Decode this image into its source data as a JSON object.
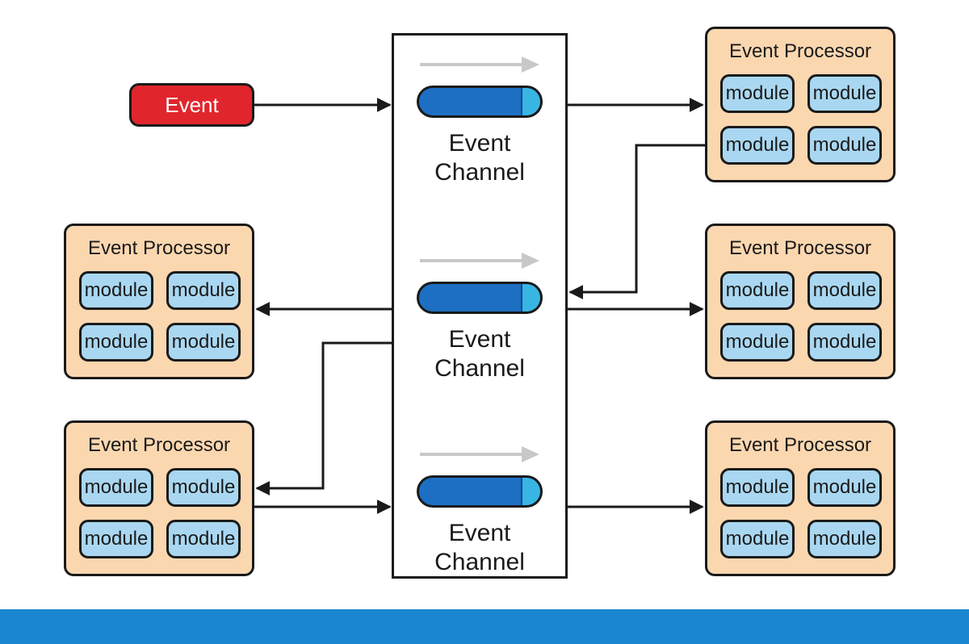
{
  "event_source": {
    "label": "Event"
  },
  "channels": [
    {
      "label_line1": "Event",
      "label_line2": "Channel"
    },
    {
      "label_line1": "Event",
      "label_line2": "Channel"
    },
    {
      "label_line1": "Event",
      "label_line2": "Channel"
    }
  ],
  "processors": [
    {
      "title": "Event Processor",
      "modules": [
        "module",
        "module",
        "module",
        "module"
      ]
    },
    {
      "title": "Event Processor",
      "modules": [
        "module",
        "module",
        "module",
        "module"
      ]
    },
    {
      "title": "Event Processor",
      "modules": [
        "module",
        "module",
        "module",
        "module"
      ]
    },
    {
      "title": "Event Processor",
      "modules": [
        "module",
        "module",
        "module",
        "module"
      ]
    },
    {
      "title": "Event Processor",
      "modules": [
        "module",
        "module",
        "module",
        "module"
      ]
    }
  ],
  "colors": {
    "event": "#e0262c",
    "processor_fill": "#fbd7b0",
    "module_fill": "#a9d7f1",
    "pipe": "#1d6fc4",
    "bottom_bar": "#1a86cf"
  }
}
